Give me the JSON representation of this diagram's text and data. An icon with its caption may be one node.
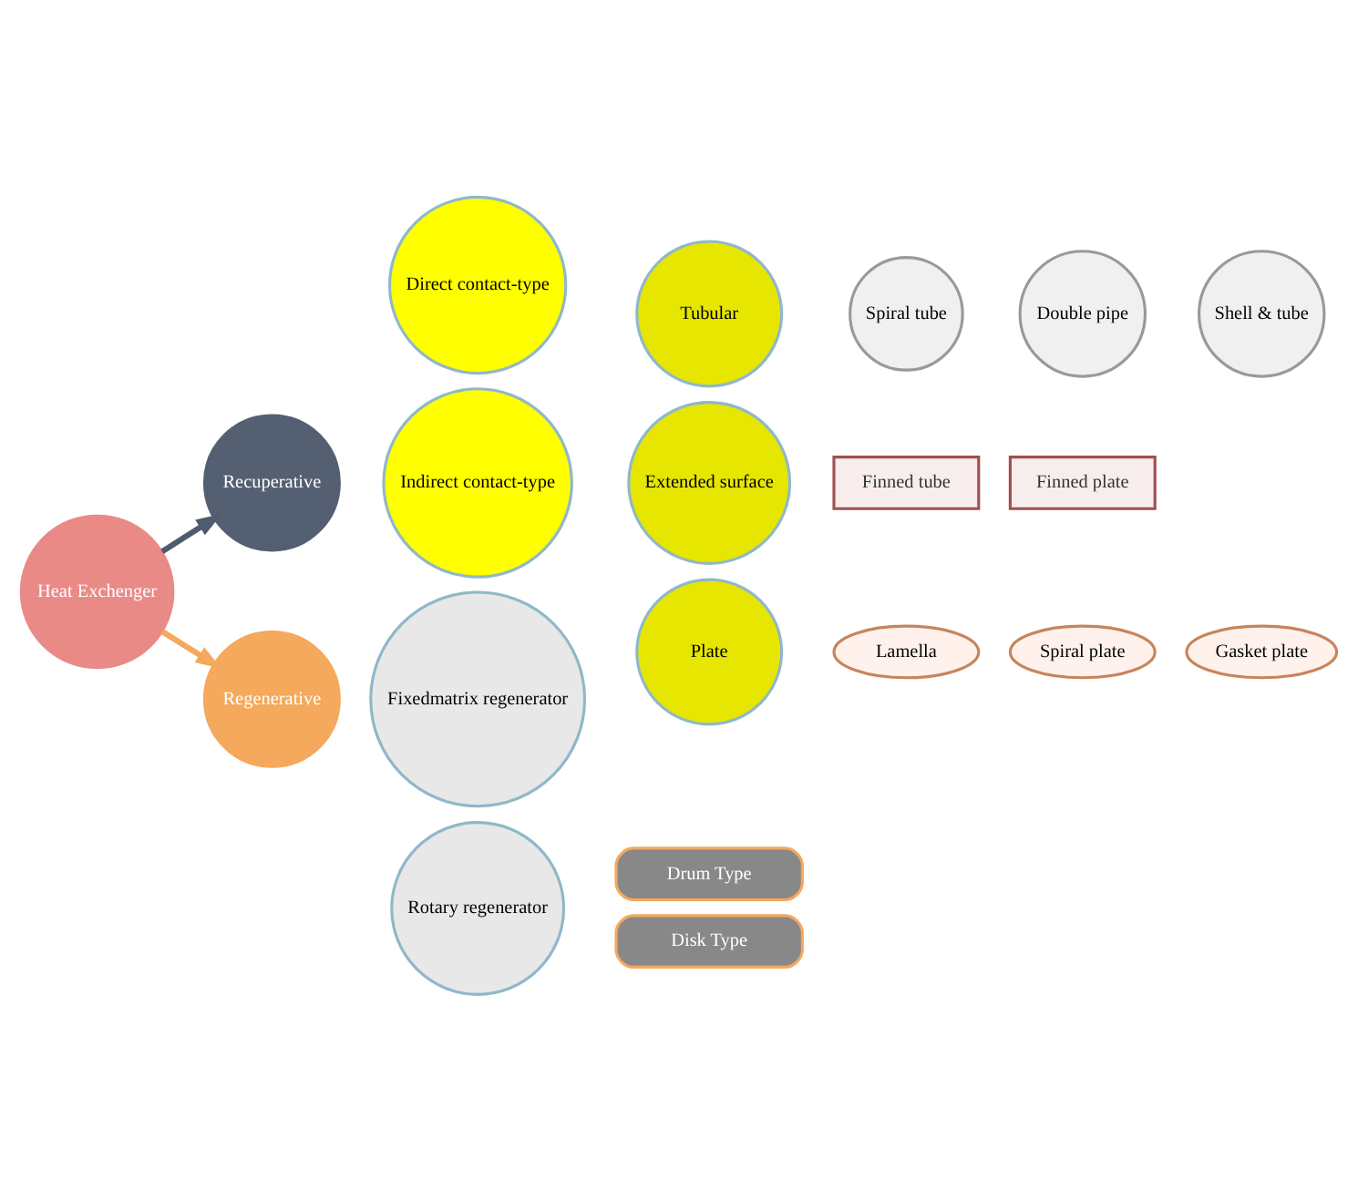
{
  "diagram": {
    "nodes": [
      {
        "text": [
          "Heat Exchenger"
        ]
      },
      {
        "text": [
          "Recuperative"
        ]
      },
      {
        "text": [
          "Regenerative"
        ]
      },
      {
        "text": [
          "Direct contact-type"
        ]
      },
      {
        "text": [
          "Indirect contact-type"
        ]
      },
      {
        "text": [
          "Tubular"
        ]
      },
      {
        "text": [
          "Extended surface"
        ]
      },
      {
        "text": [
          "Plate"
        ]
      },
      {
        "text": [
          "Spiral tube"
        ]
      },
      {
        "text": [
          "Double pipe"
        ]
      },
      {
        "text": [
          "Shell & tube"
        ]
      },
      {
        "text": [
          "Finned tube"
        ]
      },
      {
        "text": [
          "Finned plate"
        ]
      },
      {
        "text": [
          "Lamella"
        ]
      },
      {
        "text": [
          "Spiral plate"
        ]
      },
      {
        "text": [
          "Gasket plate"
        ]
      },
      {
        "text": [
          "Fixedmatrix regenerator"
        ]
      },
      {
        "text": [
          "Rotary regenerator"
        ]
      },
      {
        "text": [
          "Drum Type"
        ]
      },
      {
        "text": [
          "Disk Type"
        ]
      }
    ],
    "edges": [
      {
        "from": 0,
        "to": 1,
        "arrow": "to",
        "color": "#4f5b6e"
      },
      {
        "from": 0,
        "to": 2,
        "arrow": "to",
        "color": "#f5a95c"
      }
    ]
  }
}
